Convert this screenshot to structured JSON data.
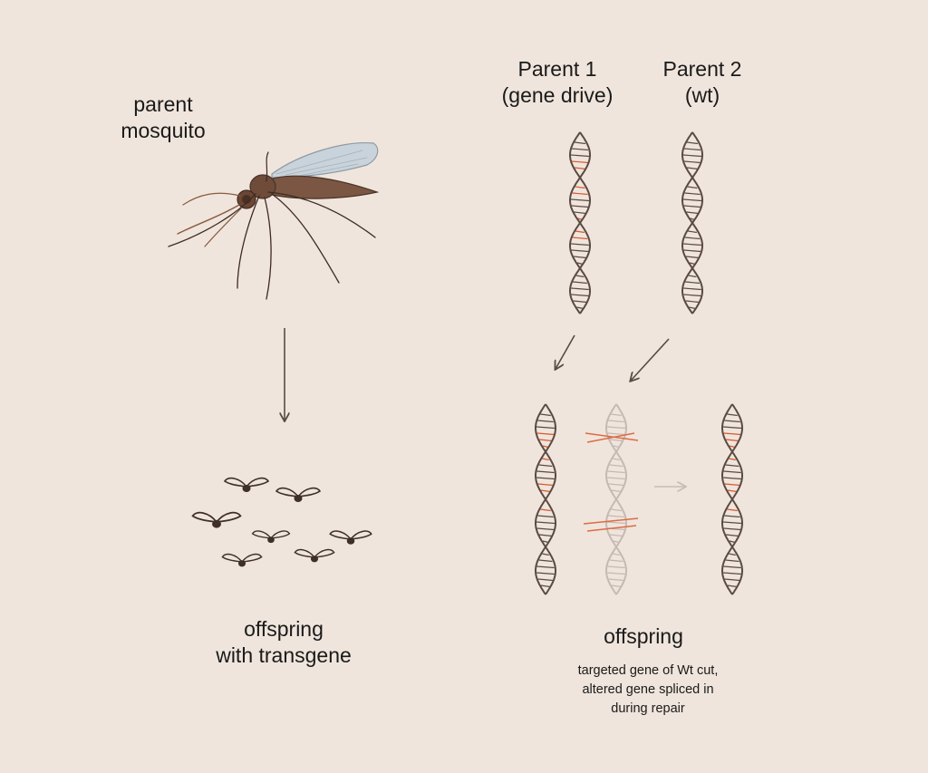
{
  "left_panel": {
    "parent_label_line1": "parent",
    "parent_label_line2": "mosquito",
    "offspring_label_line1": "offspring",
    "offspring_label_line2": "with transgene"
  },
  "right_panel": {
    "parent1_line1": "Parent 1",
    "parent1_line2": "(gene drive)",
    "parent2_line1": "Parent 2",
    "parent2_line2": "(wt)",
    "offspring_title": "offspring",
    "note_line1": "targeted gene of Wt cut,",
    "note_line2": "altered gene spliced in",
    "note_line3": "during repair"
  },
  "colors": {
    "background": "#efe5dc",
    "strand": "#5a4a42",
    "gene_drive": "#d9572e",
    "faded_strand": "#bdb3ad",
    "arrow": "#5a4a42"
  }
}
